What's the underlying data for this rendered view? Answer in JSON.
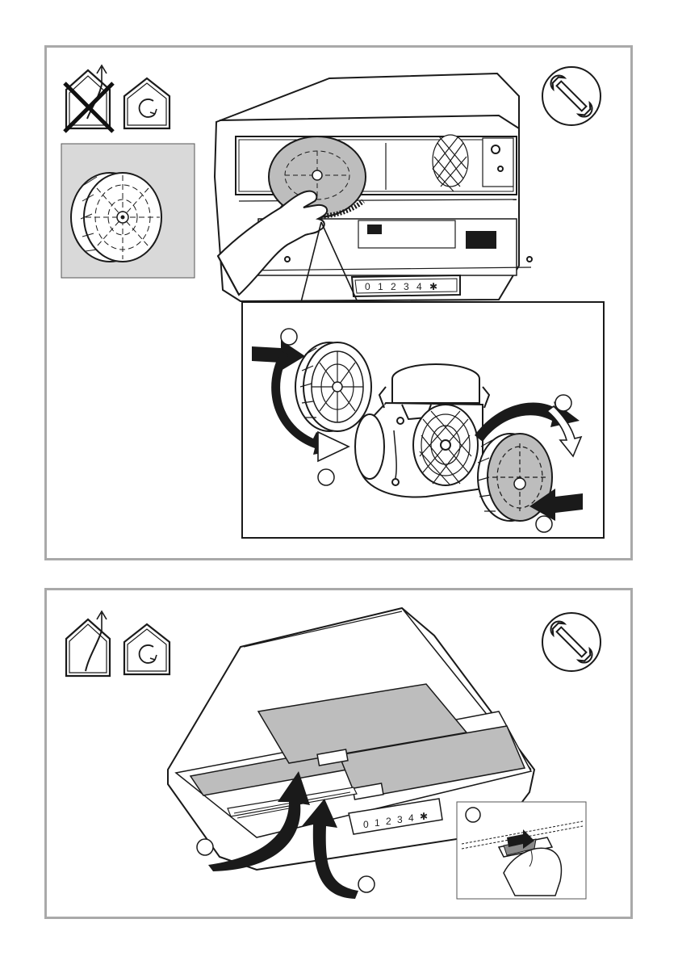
{
  "panels": [
    {
      "id": "top",
      "icons": [
        "no-ducted-exhaust-icon",
        "recirculation-mode-icon",
        "wrench-icon"
      ],
      "control_panel_buttons": [
        "0",
        "1",
        "2",
        "3",
        "4",
        "✱"
      ],
      "step_circles": 4
    },
    {
      "id": "bottom",
      "icons": [
        "ducted-exhaust-icon",
        "recirculation-mode-icon",
        "wrench-icon"
      ],
      "control_panel_buttons": [
        "0",
        "1",
        "2",
        "3",
        "4",
        "✱"
      ],
      "step_circles": 3
    }
  ],
  "colors": {
    "panel_border": "#a9a9a9",
    "filter_gray": "#bdbdbd",
    "inset_background": "#d9d9d9",
    "line": "#1a1a1a"
  }
}
